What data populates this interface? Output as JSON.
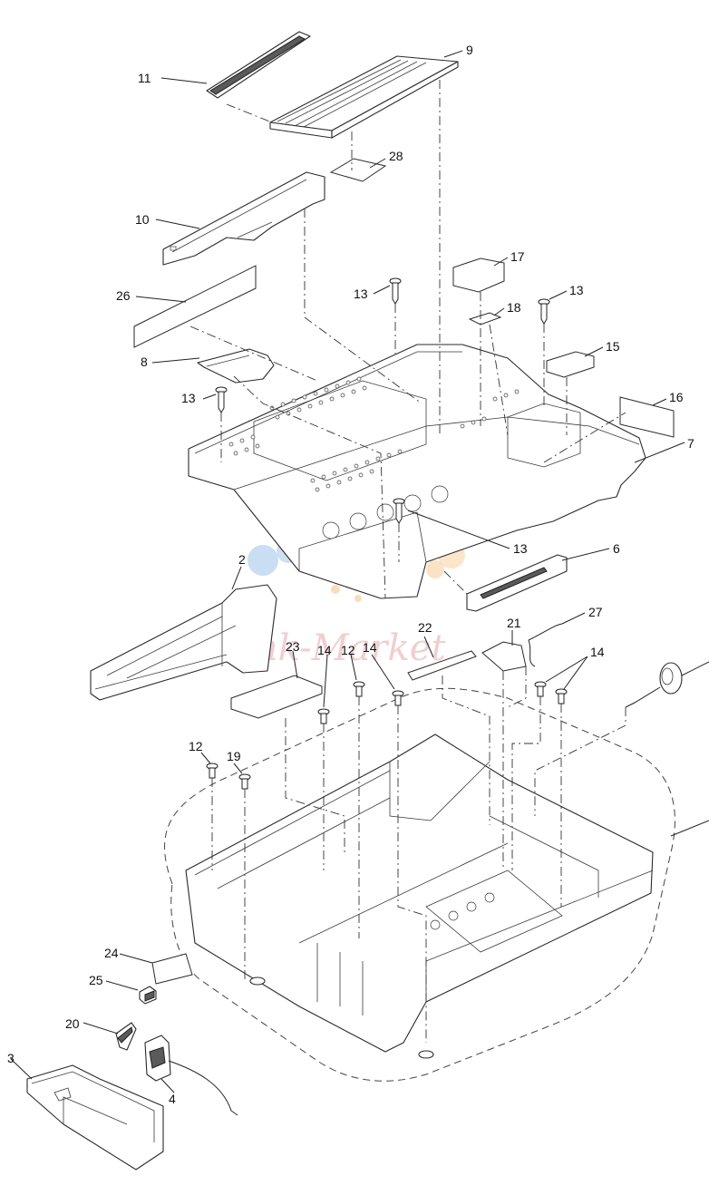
{
  "callouts": [
    {
      "id": "c11",
      "text": "11"
    },
    {
      "id": "c9",
      "text": "9"
    },
    {
      "id": "c28",
      "text": "28"
    },
    {
      "id": "c10",
      "text": "10"
    },
    {
      "id": "c17",
      "text": "17"
    },
    {
      "id": "c26",
      "text": "26"
    },
    {
      "id": "c13a",
      "text": "13"
    },
    {
      "id": "c13b",
      "text": "13"
    },
    {
      "id": "c18",
      "text": "18"
    },
    {
      "id": "c8",
      "text": "8"
    },
    {
      "id": "c15",
      "text": "15"
    },
    {
      "id": "c13c",
      "text": "13"
    },
    {
      "id": "c16",
      "text": "16"
    },
    {
      "id": "c7",
      "text": "7"
    },
    {
      "id": "c13d",
      "text": "13"
    },
    {
      "id": "c6",
      "text": "6"
    },
    {
      "id": "c2",
      "text": "2"
    },
    {
      "id": "c27",
      "text": "27"
    },
    {
      "id": "c22",
      "text": "22"
    },
    {
      "id": "c21",
      "text": "21"
    },
    {
      "id": "c23",
      "text": "23"
    },
    {
      "id": "c14a",
      "text": "14"
    },
    {
      "id": "c12a",
      "text": "12"
    },
    {
      "id": "c14b",
      "text": "14"
    },
    {
      "id": "c14c",
      "text": "14"
    },
    {
      "id": "c12b",
      "text": "12"
    },
    {
      "id": "c19",
      "text": "19"
    },
    {
      "id": "c24",
      "text": "24"
    },
    {
      "id": "c25",
      "text": "25"
    },
    {
      "id": "c20",
      "text": "20"
    },
    {
      "id": "c3",
      "text": "3"
    },
    {
      "id": "c4",
      "text": "4"
    }
  ],
  "watermark": {
    "text": "Ink-Market",
    "colors": {
      "blue": "#9cc3e8",
      "orange": "#f6c88c",
      "pink": "#e7a8a8"
    }
  }
}
